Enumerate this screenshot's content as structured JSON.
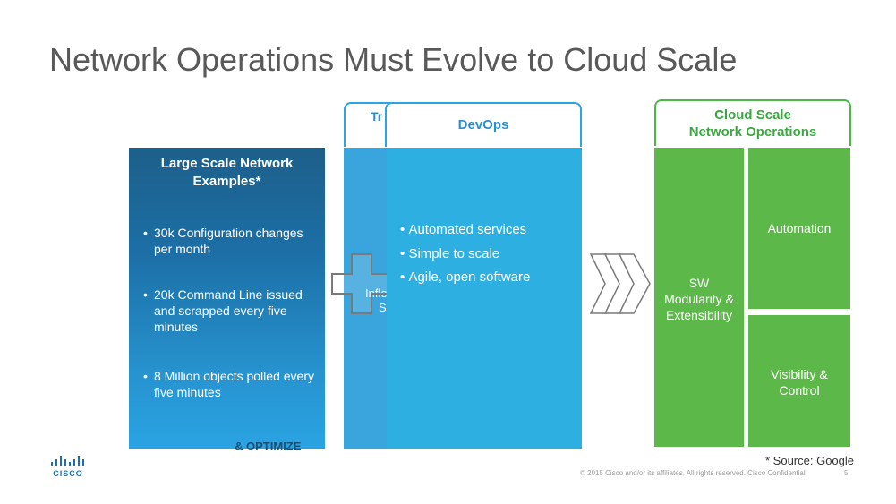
{
  "slide": {
    "title": "Network Operations Must Evolve to Cloud Scale"
  },
  "large_scale": {
    "title": "Large Scale Network Examples*",
    "bullets": [
      "30k Configuration changes per month",
      "20k Command Line issued and scrapped every five minutes",
      "8 Million objects polled every five minutes"
    ],
    "overflow_text": "& OPTIMIZE"
  },
  "traditional": {
    "header_fragment": "Tr",
    "body_fragment_1": "Infle",
    "body_fragment_2": "S"
  },
  "devops": {
    "header": "DevOps",
    "bullets": [
      "Automated services",
      "Simple to scale",
      "Agile, open software"
    ]
  },
  "cloud_scale": {
    "header_line1": "Cloud Scale",
    "header_line2": "Network Operations",
    "sw_line1": "SW",
    "sw_line2": "Modularity &",
    "sw_line3": "Extensibility",
    "automation": "Automation",
    "visibility_line1": "Visibility &",
    "visibility_line2": "Control"
  },
  "footer": {
    "source": "* Source: Google",
    "copyright": "© 2015  Cisco and/or its affiliates. All rights reserved.   Cisco Confidential",
    "page_number": "5",
    "logo_text": "CISCO"
  },
  "bullet_glyph": "•",
  "colors": {
    "blue_accent": "#2aa4e3",
    "green_accent": "#5cb848",
    "title_gray": "#595959"
  },
  "icons": [
    "plus-icon",
    "chevrons-right-icon",
    "cisco-logo"
  ]
}
